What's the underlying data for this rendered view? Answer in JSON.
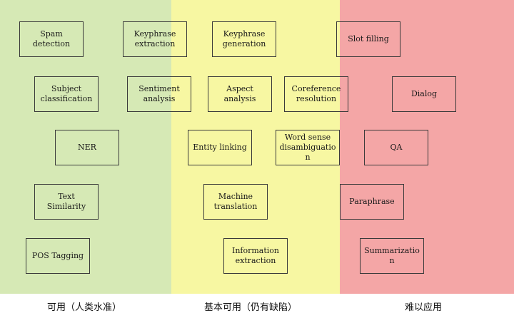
{
  "zones": {
    "usable": "可用（人类水准）",
    "basic": "基本可用（仍有缺陷）",
    "hard": "难以应用"
  },
  "tasks": {
    "spam_detection": "Spam\ndetection",
    "keyphrase_extraction": "Keyphrase\nextraction",
    "keyphrase_generation": "Keyphrase\ngeneration",
    "slot_filling": "Slot filling",
    "subject_classification": "Subject\nclassification",
    "sentiment_analysis": "Sentiment\nanalysis",
    "aspect_analysis": "Aspect\nanalysis",
    "coreference_resolution": "Coreference\nresolution",
    "dialog": "Dialog",
    "ner": "NER",
    "entity_linking": "Entity linking",
    "word_sense_disambiguation": "Word sense\ndisambiguatio\nn",
    "qa": "QA",
    "text_similarity": "Text\nSimilarity",
    "machine_translation": "Machine\ntranslation",
    "paraphrase": "Paraphrase",
    "pos_tagging": "POS Tagging",
    "information_extraction": "Information\nextraction",
    "summarization": "Summarizatio\nn"
  },
  "colors": {
    "usable": "#d6e9b5",
    "basic": "#f7f7a2",
    "hard": "#f4a6a6"
  }
}
